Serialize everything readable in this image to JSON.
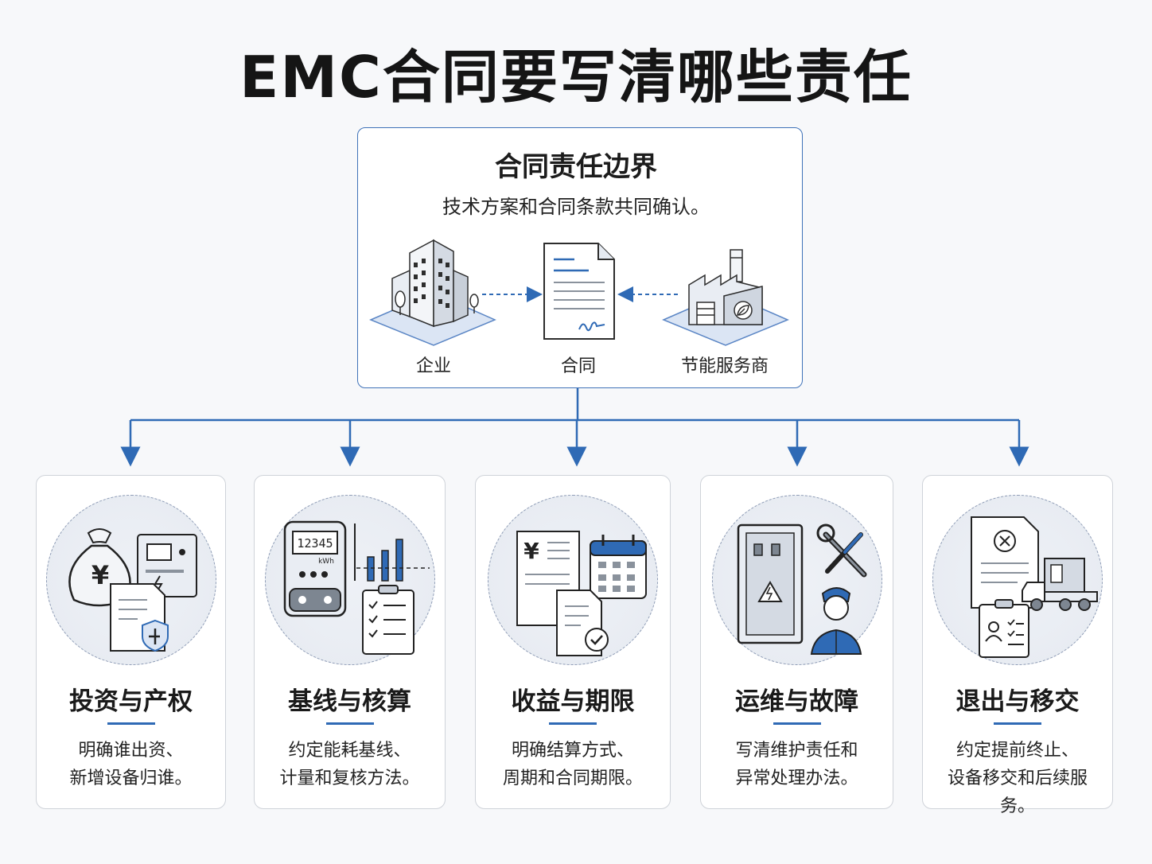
{
  "title": "EMC合同要写清哪些责任",
  "top": {
    "title": "合同责任边界",
    "subtitle": "技术方案和合同条款共同确认。",
    "entities": [
      "企业",
      "合同",
      "节能服务商"
    ]
  },
  "meter_reading": "12345",
  "meter_unit": "kWh",
  "currency_symbol": "¥",
  "accent_color": "#2f6ab5",
  "cards": [
    {
      "title": "投资与产权",
      "desc_line1": "明确谁出资、",
      "desc_line2": "新增设备归谁。"
    },
    {
      "title": "基线与核算",
      "desc_line1": "约定能耗基线、",
      "desc_line2": "计量和复核方法。"
    },
    {
      "title": "收益与期限",
      "desc_line1": "明确结算方式、",
      "desc_line2": "周期和合同期限。"
    },
    {
      "title": "运维与故障",
      "desc_line1": "写清维护责任和",
      "desc_line2": "异常处理办法。"
    },
    {
      "title": "退出与移交",
      "desc_line1": "约定提前终止、",
      "desc_line2": "设备移交和后续服务。"
    }
  ]
}
